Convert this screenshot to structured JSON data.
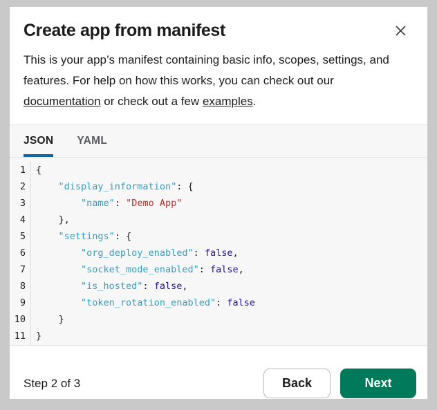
{
  "colors": {
    "tab_accent": "#1264a3",
    "next_button": "#007a5a",
    "code_key": "#2e9fc4",
    "code_string": "#b5312a",
    "code_atom": "#221199",
    "code_punct": "#1d1c1d"
  },
  "dialog": {
    "title": "Create app from manifest"
  },
  "description": {
    "lines": [
      [
        {
          "text": "This is your app’s manifest containing basic info, scopes, settings, and"
        }
      ],
      [
        {
          "text": "features. For help on how this works, you can check out our"
        }
      ],
      [
        {
          "text": "documentation",
          "link": true,
          "name": "documentation-link"
        },
        {
          "text": " or check out a few "
        },
        {
          "text": "examples",
          "link": true,
          "name": "examples-link"
        },
        {
          "text": "."
        }
      ]
    ]
  },
  "tabs": [
    {
      "label": "JSON",
      "active": true
    },
    {
      "label": "YAML",
      "active": false
    }
  ],
  "editor": {
    "lines": [
      {
        "num": "1",
        "tokens": [
          {
            "text": "{",
            "type": "punct"
          }
        ]
      },
      {
        "num": "2",
        "tokens": [
          {
            "text": "    ",
            "type": "punct"
          },
          {
            "text": "\"display_information\"",
            "type": "key"
          },
          {
            "text": ": {",
            "type": "punct"
          }
        ]
      },
      {
        "num": "3",
        "tokens": [
          {
            "text": "        ",
            "type": "punct"
          },
          {
            "text": "\"name\"",
            "type": "key"
          },
          {
            "text": ": ",
            "type": "punct"
          },
          {
            "text": "\"Demo App\"",
            "type": "string"
          }
        ]
      },
      {
        "num": "4",
        "tokens": [
          {
            "text": "    },",
            "type": "punct"
          }
        ]
      },
      {
        "num": "5",
        "tokens": [
          {
            "text": "    ",
            "type": "punct"
          },
          {
            "text": "\"settings\"",
            "type": "key"
          },
          {
            "text": ": {",
            "type": "punct"
          }
        ]
      },
      {
        "num": "6",
        "tokens": [
          {
            "text": "        ",
            "type": "punct"
          },
          {
            "text": "\"org_deploy_enabled\"",
            "type": "key"
          },
          {
            "text": ": ",
            "type": "punct"
          },
          {
            "text": "false",
            "type": "atom"
          },
          {
            "text": ",",
            "type": "punct"
          }
        ]
      },
      {
        "num": "7",
        "tokens": [
          {
            "text": "        ",
            "type": "punct"
          },
          {
            "text": "\"socket_mode_enabled\"",
            "type": "key"
          },
          {
            "text": ": ",
            "type": "punct"
          },
          {
            "text": "false",
            "type": "atom"
          },
          {
            "text": ",",
            "type": "punct"
          }
        ]
      },
      {
        "num": "8",
        "tokens": [
          {
            "text": "        ",
            "type": "punct"
          },
          {
            "text": "\"is_hosted\"",
            "type": "key"
          },
          {
            "text": ": ",
            "type": "punct"
          },
          {
            "text": "false",
            "type": "atom"
          },
          {
            "text": ",",
            "type": "punct"
          }
        ]
      },
      {
        "num": "9",
        "tokens": [
          {
            "text": "        ",
            "type": "punct"
          },
          {
            "text": "\"token_rotation_enabled\"",
            "type": "key"
          },
          {
            "text": ": ",
            "type": "punct"
          },
          {
            "text": "false",
            "type": "atom"
          }
        ]
      },
      {
        "num": "10",
        "tokens": [
          {
            "text": "    }",
            "type": "punct"
          }
        ]
      },
      {
        "num": "11",
        "tokens": [
          {
            "text": "}",
            "type": "punct"
          }
        ]
      }
    ]
  },
  "footer": {
    "step_label": "Step 2 of 3",
    "back_label": "Back",
    "next_label": "Next"
  }
}
